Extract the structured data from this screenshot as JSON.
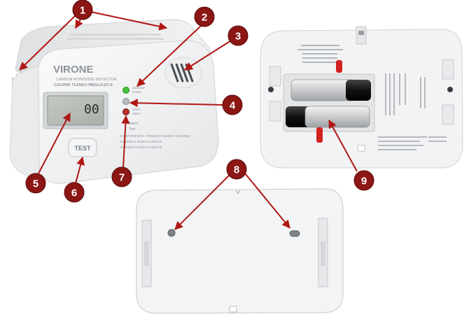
{
  "detector": {
    "brand": "VIRONE",
    "line1": "CARBON MONOXIDE DETECTOR",
    "line2": "CZUJNIK TLENKU WĘGLA DC-8",
    "display_value": "00",
    "test_label": "TEST",
    "led_green_label_1": "Zasilanie",
    "led_green_label_2": "Power",
    "led_red_label_1": "Alarm",
    "led_red_label_2": "Alarm",
    "legend_1": "Alarm",
    "legend_2": "Test",
    "cert_1": "CONFORM WITH / PRODUKT ZGODNY Z NORMĄ:",
    "cert_2": "EN 50291-1:2018+AC:2021-03",
    "cert_3": "EN 50291-2:2019+AC:2021-03"
  },
  "callouts": [
    {
      "id": 1,
      "label": "1"
    },
    {
      "id": 2,
      "label": "2"
    },
    {
      "id": 3,
      "label": "3"
    },
    {
      "id": 4,
      "label": "4"
    },
    {
      "id": 5,
      "label": "5"
    },
    {
      "id": 6,
      "label": "6"
    },
    {
      "id": 7,
      "label": "7"
    },
    {
      "id": 8,
      "label": "8"
    },
    {
      "id": 9,
      "label": "9"
    }
  ],
  "colors": {
    "badge": "#8b1614",
    "badge_stroke": "#5a0b0a",
    "arrow": "#b01815",
    "battery_tab": "#d3211f",
    "led_green": "#46c33a",
    "led_red": "#b52e2a"
  }
}
